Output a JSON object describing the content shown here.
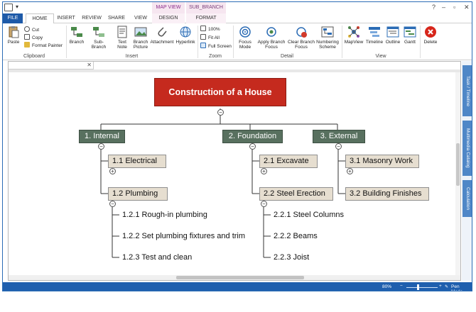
{
  "title_bar": {
    "context_group_map_view": "MAP VIEW",
    "context_group_sub_branch": "SUB_BRANCH"
  },
  "tabs": [
    "FILE",
    "HOME",
    "INSERT",
    "REVIEW",
    "SHARE",
    "VIEW",
    "DESIGN",
    "FORMAT"
  ],
  "active_tab": "HOME",
  "ribbon": {
    "clipboard": {
      "paste": "Paste",
      "cut": "Cut",
      "copy": "Copy",
      "format_painter": "Format Painter",
      "group": "Clipboard"
    },
    "insert": {
      "branch": "Branch",
      "sub_branch": "Sub-Branch",
      "text_note": "Text Note",
      "branch_picture": "Branch Picture",
      "attachment": "Attachment",
      "hyperlink": "Hyperlink",
      "group": "Insert"
    },
    "zoom": {
      "z100": "100%",
      "fit_all": "Fit All",
      "full_screen": "Full Screen",
      "group": "Zoom"
    },
    "detail": {
      "focus_mode": "Focus Mode",
      "apply_branch_focus": "Apply Branch Focus",
      "clear_branch_focus": "Clear Branch Focus",
      "numbering_scheme": "Numbering Scheme",
      "group": "Detail"
    },
    "view": {
      "mapview": "MapView",
      "timeline": "Timeline",
      "outline": "Outline",
      "gantt": "Gantt",
      "group": "View"
    },
    "delete": "Delete"
  },
  "side_tabs": [
    "Task / Timeline",
    "Multimedia Catalog",
    "Calculation"
  ],
  "status": {
    "zoom": "80%",
    "pen_mode": "Pen Mode"
  },
  "map": {
    "root": "Construction of a House",
    "branches": [
      {
        "label": "1.  Internal",
        "children": [
          {
            "label": "1.1  Electrical",
            "children": []
          },
          {
            "label": "1.2  Plumbing",
            "children": [
              "1.2.1  Rough-in plumbing",
              "1.2.2  Set plumbing fixtures and trim",
              "1.2.3  Test and clean"
            ]
          }
        ]
      },
      {
        "label": "2.  Foundation",
        "children": [
          {
            "label": "2.1  Excavate",
            "children": []
          },
          {
            "label": "2.2  Steel Erection",
            "children": [
              "2.2.1  Steel Columns",
              "2.2.2  Beams",
              "2.2.3  Joist"
            ]
          }
        ]
      },
      {
        "label": "3.  External",
        "children": [
          {
            "label": "3.1  Masonry Work",
            "children": []
          },
          {
            "label": "3.2  Building Finishes",
            "children": []
          }
        ]
      }
    ]
  },
  "colors": {
    "accent": "#1e5aa8",
    "root": "#c52a1e",
    "level1": "#58705f",
    "level2": "#e6ded0"
  }
}
